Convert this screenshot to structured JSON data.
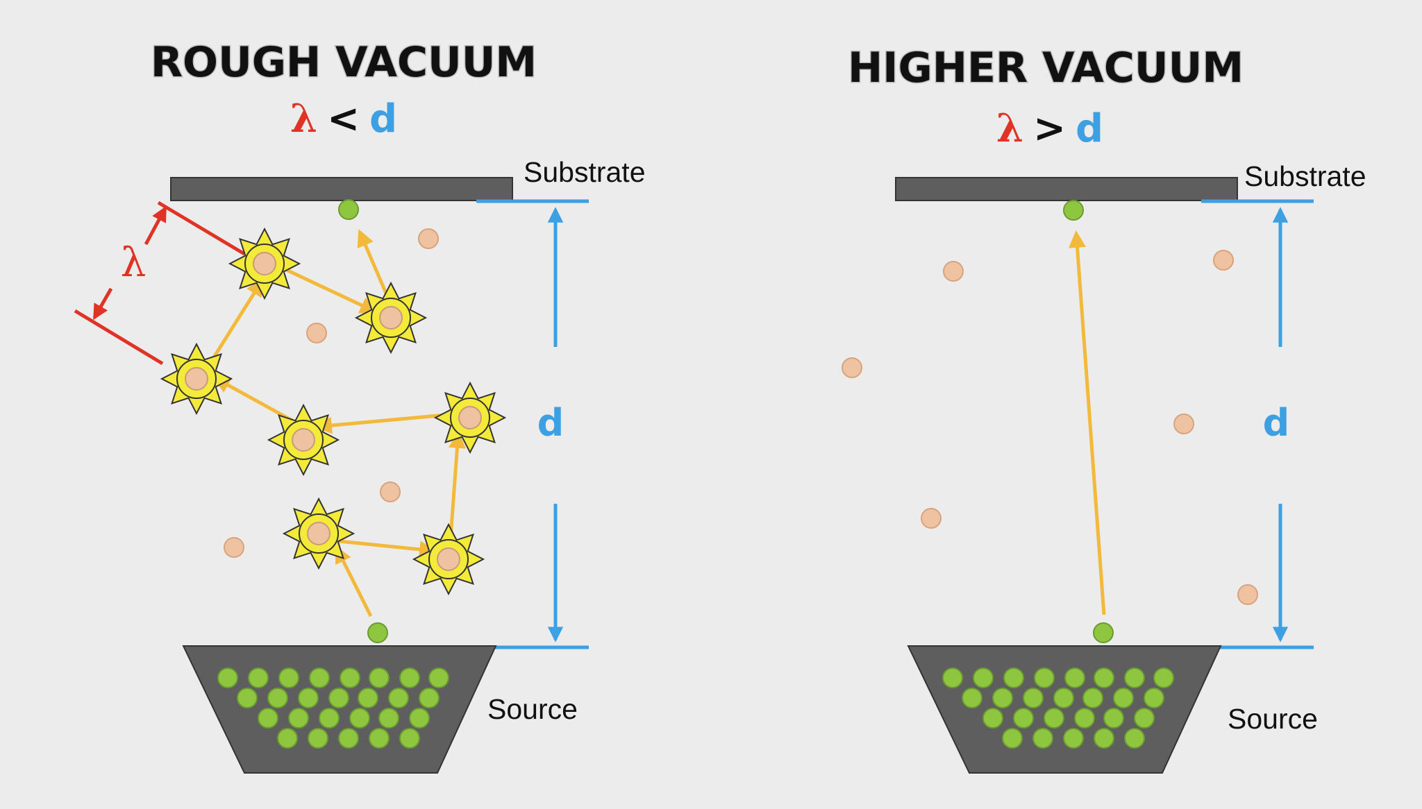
{
  "panels": [
    {
      "title": "ROUGH VACUUM",
      "condition": {
        "lambda": "λ",
        "operator": "<",
        "d": "d"
      },
      "substrate_label": "Substrate",
      "source_label": "Source",
      "distance_label": "d",
      "mean_free_path_label": "λ"
    },
    {
      "title": "HIGHER VACUUM",
      "condition": {
        "lambda": "λ",
        "operator": ">",
        "d": "d"
      },
      "substrate_label": "Substrate",
      "source_label": "Source",
      "distance_label": "d"
    }
  ],
  "colors": {
    "background": "#ececec",
    "plate": "#5e5e5e",
    "blue": "#3da0e3",
    "red": "#e03325",
    "arrow": "#f2b93b",
    "green": "#8ec63f",
    "gas": "#efc3a1",
    "collision": "#f4ea3a"
  }
}
